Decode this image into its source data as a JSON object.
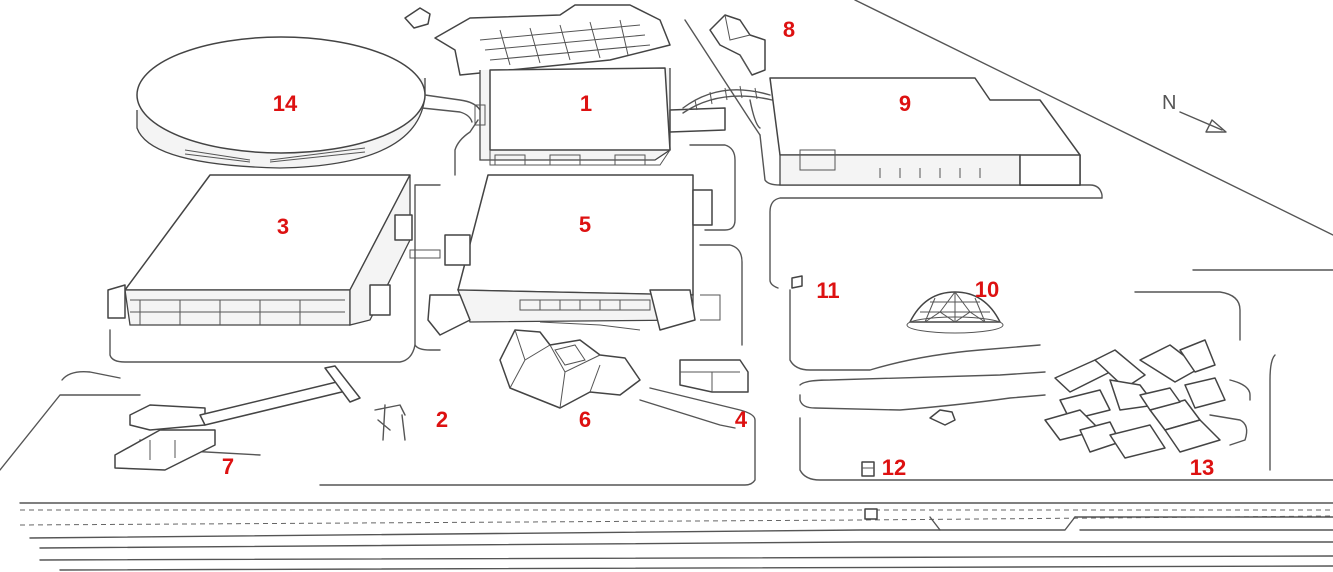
{
  "map": {
    "north_label": "N",
    "label_color": "#dd1111",
    "markers": [
      {
        "id": "1",
        "label": "1"
      },
      {
        "id": "2",
        "label": "2"
      },
      {
        "id": "3",
        "label": "3"
      },
      {
        "id": "4",
        "label": "4"
      },
      {
        "id": "5",
        "label": "5"
      },
      {
        "id": "6",
        "label": "6"
      },
      {
        "id": "7",
        "label": "7"
      },
      {
        "id": "8",
        "label": "8"
      },
      {
        "id": "9",
        "label": "9"
      },
      {
        "id": "10",
        "label": "10"
      },
      {
        "id": "11",
        "label": "11"
      },
      {
        "id": "12",
        "label": "12"
      },
      {
        "id": "13",
        "label": "13"
      },
      {
        "id": "14",
        "label": "14"
      }
    ]
  }
}
